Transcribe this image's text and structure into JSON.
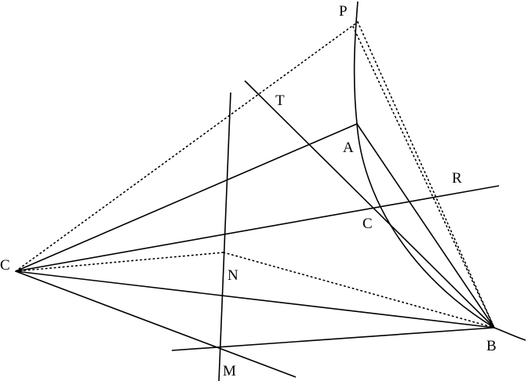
{
  "labels": {
    "p": "P",
    "t": "T",
    "a": "A",
    "r": "R",
    "c_mid": "C",
    "c_left": "C",
    "n": "N",
    "b": "B",
    "m": "M"
  },
  "colors": {
    "stroke": "#000000",
    "background": "#ffffff"
  }
}
